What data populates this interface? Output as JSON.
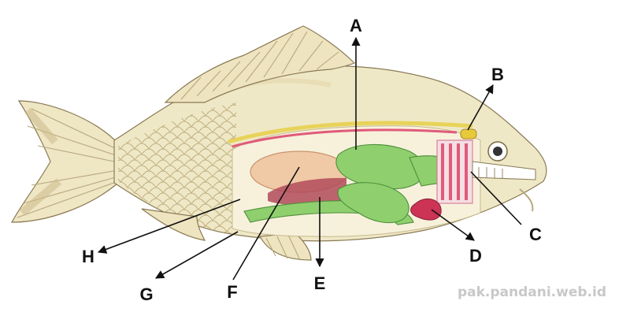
{
  "labels": {
    "a": "A",
    "b": "B",
    "c": "C",
    "d": "D",
    "e": "E",
    "f": "F",
    "g": "G",
    "h": "H"
  },
  "watermark": "pak.pandani.web.id",
  "colors": {
    "body": "#efe8c7",
    "scales": "#d9cc98",
    "fin_stripe": "#cdbb8a",
    "liver": "#f0c9a6",
    "intestine": "#8fcf6e",
    "gonad": "#b14b5a",
    "kidney": "#e05a7a",
    "spinal_cord": "#e8d35a",
    "heart": "#cc3355"
  }
}
